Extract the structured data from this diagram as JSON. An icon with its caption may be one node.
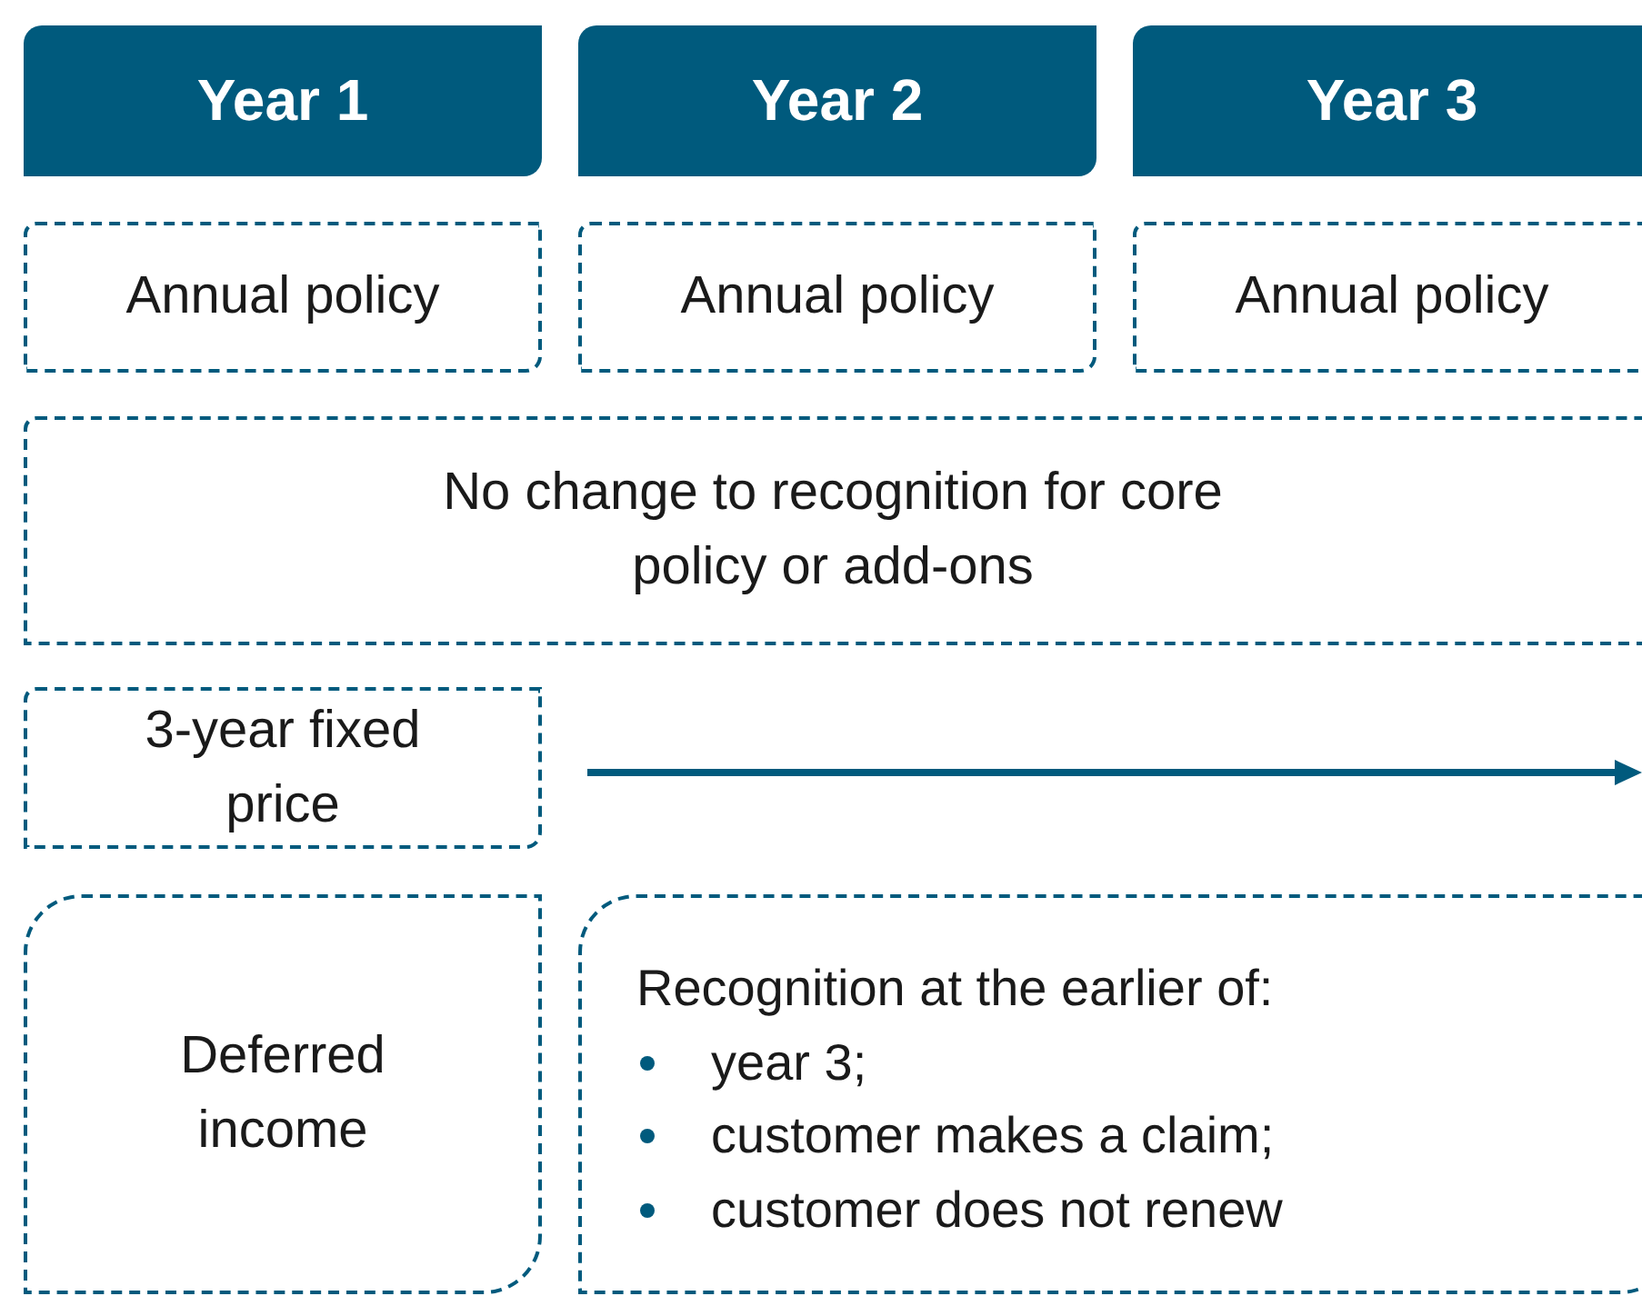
{
  "diagram": {
    "nodes": [
      {
        "text": [
          "Year 1"
        ]
      },
      {
        "text": [
          "Year 2"
        ]
      },
      {
        "text": [
          "Year 3"
        ]
      },
      {
        "text": [
          "Annual policy"
        ]
      },
      {
        "text": [
          "Annual policy"
        ]
      },
      {
        "text": [
          "Annual policy"
        ]
      },
      {
        "text": [
          "No change to recognition for core policy or add-ons"
        ]
      },
      {
        "text": [
          "3-year fixed price"
        ]
      },
      {
        "text": [
          "Deferred income"
        ]
      },
      {
        "text": [
          "Recognition at the earlier of:",
          "year 3;",
          "customer makes a claim;",
          "customer does not renew"
        ]
      }
    ]
  }
}
